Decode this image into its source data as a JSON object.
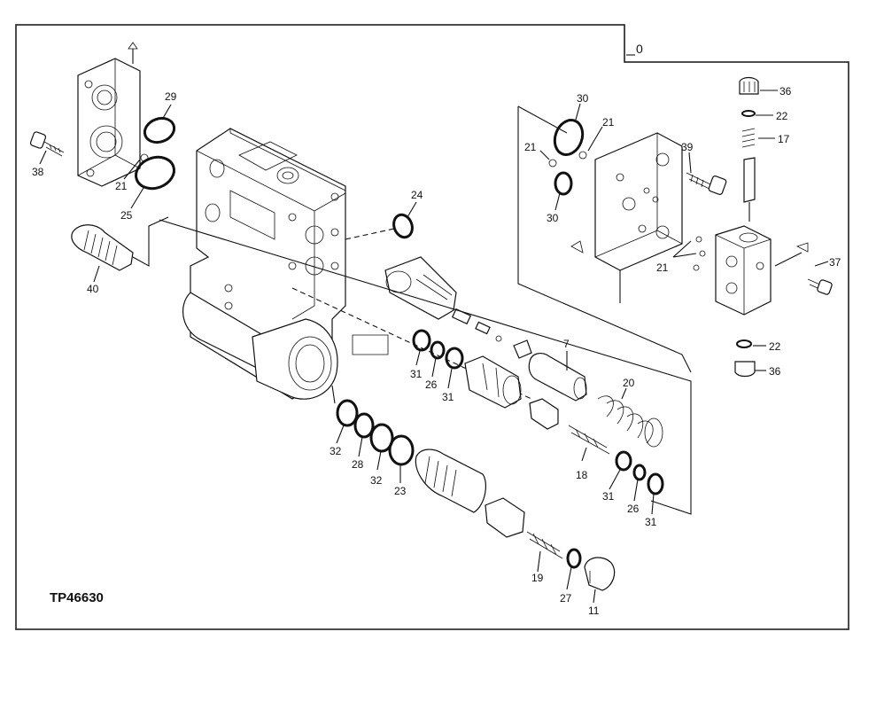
{
  "figure": {
    "reference_code": "TP46630",
    "corner_tag": "0"
  },
  "callouts": [
    {
      "id": "c29",
      "text": "29"
    },
    {
      "id": "c38",
      "text": "38"
    },
    {
      "id": "c21a",
      "text": "21"
    },
    {
      "id": "c25",
      "text": "25"
    },
    {
      "id": "c24",
      "text": "24"
    },
    {
      "id": "c40",
      "text": "40"
    },
    {
      "id": "c31a",
      "text": "31"
    },
    {
      "id": "c26a",
      "text": "26"
    },
    {
      "id": "c31b",
      "text": "31"
    },
    {
      "id": "c7",
      "text": "7"
    },
    {
      "id": "c20",
      "text": "20"
    },
    {
      "id": "c32a",
      "text": "32"
    },
    {
      "id": "c28",
      "text": "28"
    },
    {
      "id": "c32b",
      "text": "32"
    },
    {
      "id": "c23",
      "text": "23"
    },
    {
      "id": "c18",
      "text": "18"
    },
    {
      "id": "c31c",
      "text": "31"
    },
    {
      "id": "c26b",
      "text": "26"
    },
    {
      "id": "c31d",
      "text": "31"
    },
    {
      "id": "c19",
      "text": "19"
    },
    {
      "id": "c27",
      "text": "27"
    },
    {
      "id": "c11",
      "text": "11"
    },
    {
      "id": "c30a",
      "text": "30"
    },
    {
      "id": "c21b",
      "text": "21"
    },
    {
      "id": "c21c",
      "text": "21"
    },
    {
      "id": "c30b",
      "text": "30"
    },
    {
      "id": "c39",
      "text": "39"
    },
    {
      "id": "c21d",
      "text": "21"
    },
    {
      "id": "c36a",
      "text": "36"
    },
    {
      "id": "c22a",
      "text": "22"
    },
    {
      "id": "c17",
      "text": "17"
    },
    {
      "id": "c37",
      "text": "37"
    },
    {
      "id": "c22b",
      "text": "22"
    },
    {
      "id": "c36b",
      "text": "36"
    }
  ]
}
